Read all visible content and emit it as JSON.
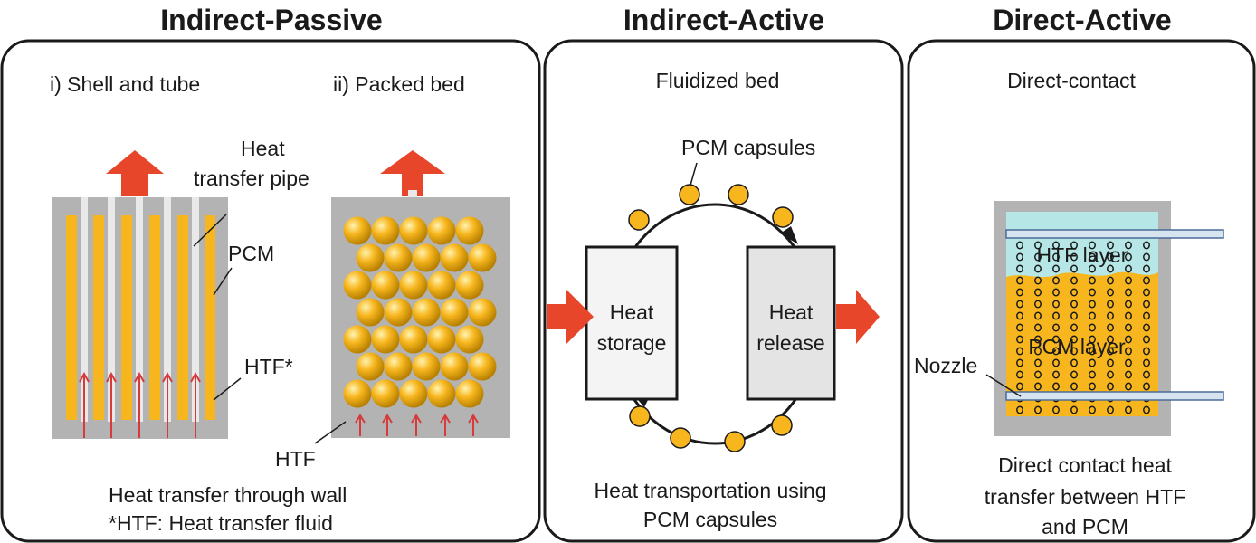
{
  "colors": {
    "pcm": "#F7B61E",
    "housing": "#B3B3B3",
    "arrow": "#E8462A",
    "htf_layer": "#B7E6E6",
    "pipe_fill": "#D6E4F0",
    "pipe_stroke": "#4A6B9A",
    "htf_arrow": "#D63A3A",
    "panel_border": "#1a1a1a"
  },
  "panels": {
    "indirect_passive": {
      "title": "Indirect-Passive",
      "subtitle_left": "i) Shell and tube",
      "subtitle_right": "ii) Packed bed",
      "label_heat": "Heat",
      "label_transfer_pipe": "transfer pipe",
      "label_pcm": "PCM",
      "label_htf_star": "HTF*",
      "label_htf": "HTF",
      "caption_line1": "Heat transfer through wall",
      "caption_line2": "*HTF: Heat transfer fluid"
    },
    "indirect_active": {
      "title": "Indirect-Active",
      "subtitle": "Fluidized bed",
      "label_capsules": "PCM capsules",
      "storage_line1": "Heat",
      "storage_line2": "storage",
      "release_line1": "Heat",
      "release_line2": "release",
      "caption_line1": "Heat transportation using",
      "caption_line2": "PCM capsules"
    },
    "direct_active": {
      "title": "Direct-Active",
      "subtitle": "Direct-contact",
      "label_htf_layer": "HTF layer",
      "label_pcm_layer": "PCM layer",
      "label_nozzle": "Nozzle",
      "caption_line1": "Direct contact heat",
      "caption_line2": "transfer between HTF",
      "caption_line3": "and PCM"
    }
  }
}
